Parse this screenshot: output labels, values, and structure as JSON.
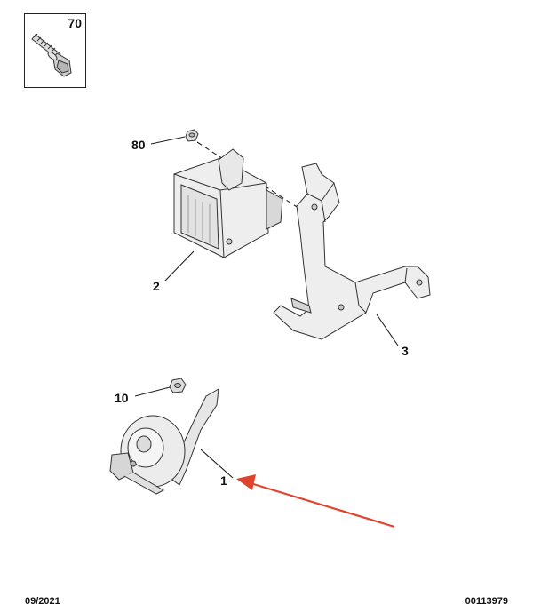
{
  "callouts": {
    "bolt": "70",
    "nut_top": "80",
    "actuator": "2",
    "bracket": "3",
    "nut_horn": "10",
    "horn": "1"
  },
  "footer": {
    "date": "09/2021",
    "ref": "00113979"
  },
  "colors": {
    "arrow": "#e0442e",
    "line": "#222222",
    "part_fill": "#eeeeee"
  }
}
